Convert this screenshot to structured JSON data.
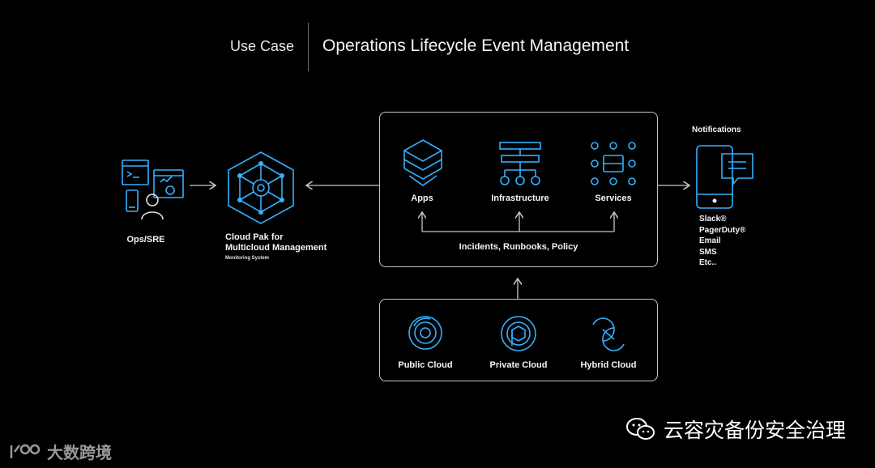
{
  "header": {
    "left": "Use Case",
    "right": "Operations Lifecycle Event Management"
  },
  "ops": {
    "label": "Ops/SRE"
  },
  "cloudpak": {
    "line1": "Cloud Pak for",
    "line2": "Multicloud Management",
    "sub": "Monitoring System"
  },
  "top_box": {
    "apps": "Apps",
    "infrastructure": "Infrastructure",
    "services": "Services",
    "caption": "Incidents, Runbooks, Policy"
  },
  "bottom_box": {
    "public": "Public Cloud",
    "private": "Private Cloud",
    "hybrid": "Hybrid Cloud"
  },
  "notifications": {
    "title": "Notifications",
    "items": [
      "Slack®",
      "PagerDuty®",
      "Email",
      "SMS",
      "Etc.."
    ]
  },
  "watermark": {
    "right": "云容灾备份安全治理",
    "left": "大数跨境"
  },
  "colors": {
    "icon": "#33b1ff",
    "line": "#c6c6c6",
    "background": "#000000"
  }
}
